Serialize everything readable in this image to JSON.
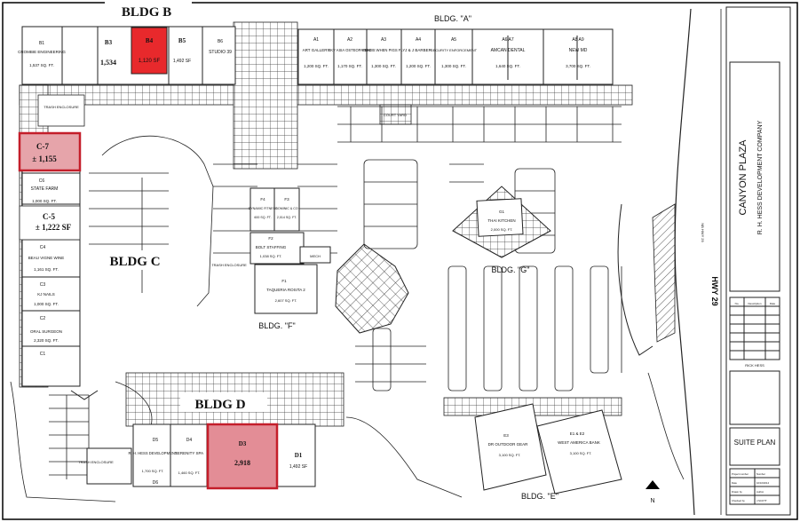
{
  "buildings": {
    "b": "BLDG B",
    "c": "BLDG C",
    "d": "BLDG D",
    "a": "BLDG. \"A\"",
    "e": "BLDG. \"E\"",
    "f": "BLDG. \"F\"",
    "g": "BLDG. \"G\""
  },
  "suites": {
    "b1": {
      "id": "B1",
      "name": "CROMBIE ENGINEERING",
      "sf": "1,537 SQ. FT."
    },
    "b3": {
      "id": "B3",
      "sf": "1,534"
    },
    "b4": {
      "id": "B4",
      "sf": "1,120 SF"
    },
    "b5": {
      "id": "B5",
      "sf": "1,492 SF"
    },
    "b6": {
      "id": "B6",
      "name": "STUDIO 39"
    },
    "a1": {
      "id": "A1",
      "name": "ART GALLERY",
      "sf": "1,200 SQ. FT."
    },
    "a2": {
      "id": "A2",
      "name": "SKY ASIA OSTEOPATHIC",
      "sf": "1,170 SQ. FT."
    },
    "a3": {
      "id": "A3",
      "name": "SEAMS WHEN PIGS FLY",
      "sf": "1,300 SQ. FT."
    },
    "a4": {
      "id": "A4",
      "name": "J & J BARBER",
      "sf": "1,200 SQ. FT."
    },
    "a5": {
      "id": "A5",
      "name": "SECURITY ENFORCEMENT",
      "sf": "1,300 SQ. FT."
    },
    "a6a7": {
      "ids": "A6   A7",
      "name": "AMCAN DENTAL",
      "sf": "1,640 SQ. FT."
    },
    "a8a9": {
      "ids": "A8   A9",
      "name": "NEW MD",
      "sf": "3,700 SQ. FT."
    },
    "c7": {
      "id": "C-7",
      "sf": "± 1,155"
    },
    "c6": {
      "id": "C6",
      "name": "STATE FARM",
      "sf": "1,000 SQ. FT."
    },
    "c5": {
      "id": "C-5",
      "sf": "± 1,222 SF"
    },
    "c4": {
      "id": "C4",
      "name": "BEAU VIGNE WINE",
      "sf": "1,161 SQ. FT."
    },
    "c3": {
      "id": "C3",
      "name": "KJ NAILS",
      "sf": "1,000 SQ. FT."
    },
    "c2": {
      "id": "C2",
      "name": "ORAL SURGEON",
      "sf": "2,320 SQ. FT."
    },
    "c1": {
      "id": "C1"
    },
    "f1": {
      "id": "F1",
      "name": "TAQUERIA ROSITA 2",
      "sf": "2,607 SQ. FT."
    },
    "f2": {
      "id": "F2",
      "name": "BOLT STAFFING",
      "sf": "1,038 SQ. FT."
    },
    "f3": {
      "id": "F3",
      "name": "DOMINIC & CO",
      "sf": "2,014 SQ. FT."
    },
    "f4": {
      "id": "F4",
      "name": "DYNAMIC FITNESS",
      "sf": "600 SQ. FT."
    },
    "g1": {
      "id": "G1",
      "name": "THAI KITCHEN",
      "sf": "2,000 SQ. FT."
    },
    "d1": {
      "id": "D1",
      "sf": "1,492 SF"
    },
    "d3": {
      "id": "D3",
      "sf": "2,918"
    },
    "d4": {
      "id": "D4",
      "name": "SERENITY SPA",
      "sf": "1,460 SQ. FT."
    },
    "d5": {
      "id": "D5",
      "name": "R. H. HESS DEVELOPMENT",
      "sf": "1,700 SQ. FT."
    },
    "d6": {
      "id": "D6"
    },
    "e3": {
      "id": "E3",
      "name": "DR OUTDOOR GEAR",
      "sf": "3,100 SQ. FT."
    },
    "e1e2": {
      "id": "E1 & E2",
      "name": "WEST AMERICA BANK",
      "sf": "3,100 SQ. FT."
    }
  },
  "other_labels": {
    "trash_1": "TRASH ENCLOSURE",
    "trash_2": "TRASH ENCLOSURE",
    "trash_3": "TRASH ENCLOSURE",
    "mech": "MECH",
    "court": "COURT YARD",
    "hwy": "HWY 29",
    "hwy_lane": "NB HWY 29",
    "north": "N"
  },
  "title_block": {
    "project": "CANYON PLAZA",
    "company": "R. H. HESS DEVELOPMENT COMPANY",
    "sheet": "SUITE PLAN",
    "rev_cols": [
      "No.",
      "Description",
      "Date"
    ],
    "designer": "RICK HESS",
    "field_labels": [
      "Project number",
      "Date",
      "Drawn by",
      "Checked by"
    ],
    "field_values": [
      "Number",
      "10/10/2014",
      "Author",
      "J.SCOTT"
    ]
  },
  "colors": {
    "highlight_fill": "#e38d96",
    "highlight_stroke": "#c41e2a",
    "b4_fill": "#e8292c",
    "line": "#222222"
  }
}
